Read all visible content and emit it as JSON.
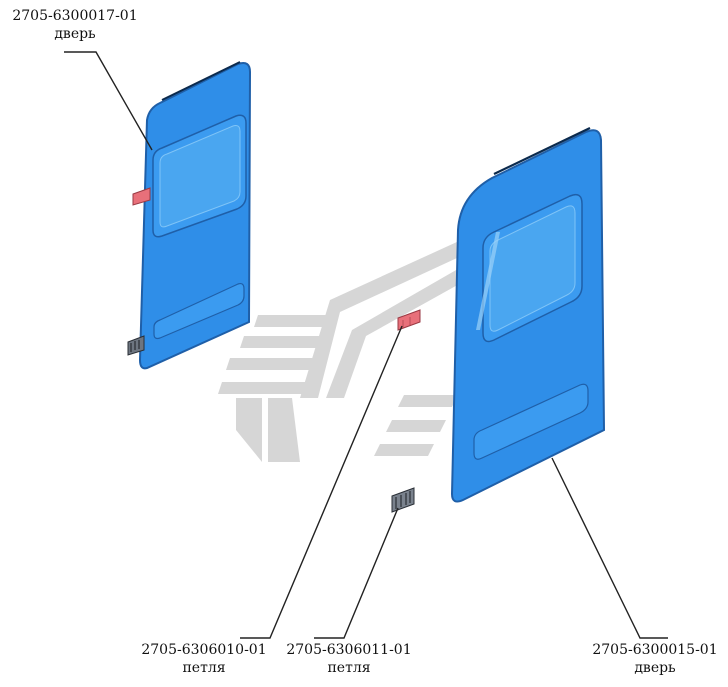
{
  "parts": [
    {
      "id": "left-door",
      "number": "2705-6300017-01",
      "name": "дверь"
    },
    {
      "id": "hinge-upper",
      "number": "2705-6306010-01",
      "name": "петля"
    },
    {
      "id": "hinge-lower",
      "number": "2705-6306011-01",
      "name": "петля"
    },
    {
      "id": "right-door",
      "number": "2705-6300015-01",
      "name": "дверь"
    }
  ],
  "colors": {
    "door_fill": "#2f8ee8",
    "door_edge": "#1f5fa8",
    "window_fill": "#4aa6f0",
    "hinge_fill": "#e8707a",
    "watermark": "#cfcfcf",
    "leader": "#222222"
  }
}
